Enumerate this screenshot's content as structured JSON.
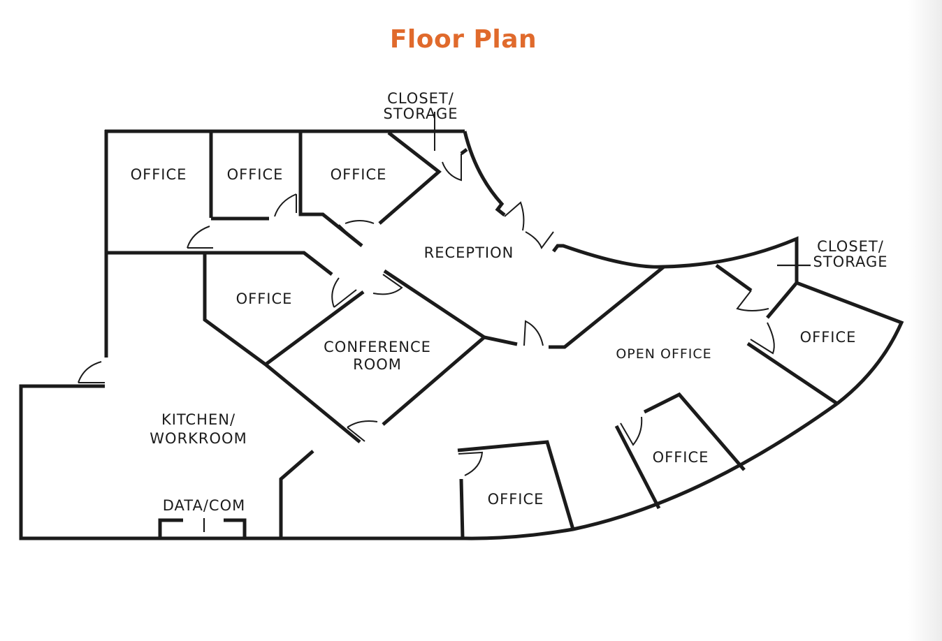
{
  "title": "Floor Plan",
  "colors": {
    "title": "#e06a2c",
    "walls": "#1b1b1b",
    "background": "#ffffff"
  },
  "rooms": [
    {
      "id": "office-top-1",
      "label": "OFFICE"
    },
    {
      "id": "office-top-2",
      "label": "OFFICE"
    },
    {
      "id": "office-top-3",
      "label": "OFFICE"
    },
    {
      "id": "closet-top",
      "label_line1": "CLOSET/",
      "label_line2": "STORAGE"
    },
    {
      "id": "reception",
      "label": "RECEPTION"
    },
    {
      "id": "closet-right",
      "label_line1": "CLOSET/",
      "label_line2": "STORAGE"
    },
    {
      "id": "office-mid",
      "label": "OFFICE"
    },
    {
      "id": "conference",
      "label_line1": "CONFERENCE",
      "label_line2": "ROOM"
    },
    {
      "id": "open-office",
      "label": "OPEN OFFICE"
    },
    {
      "id": "office-right",
      "label": "OFFICE"
    },
    {
      "id": "kitchen",
      "label_line1": "KITCHEN/",
      "label_line2": "WORKROOM"
    },
    {
      "id": "office-bottom-2",
      "label": "OFFICE"
    },
    {
      "id": "office-bottom-1",
      "label": "OFFICE"
    },
    {
      "id": "data-com",
      "label": "DATA/COM"
    }
  ]
}
